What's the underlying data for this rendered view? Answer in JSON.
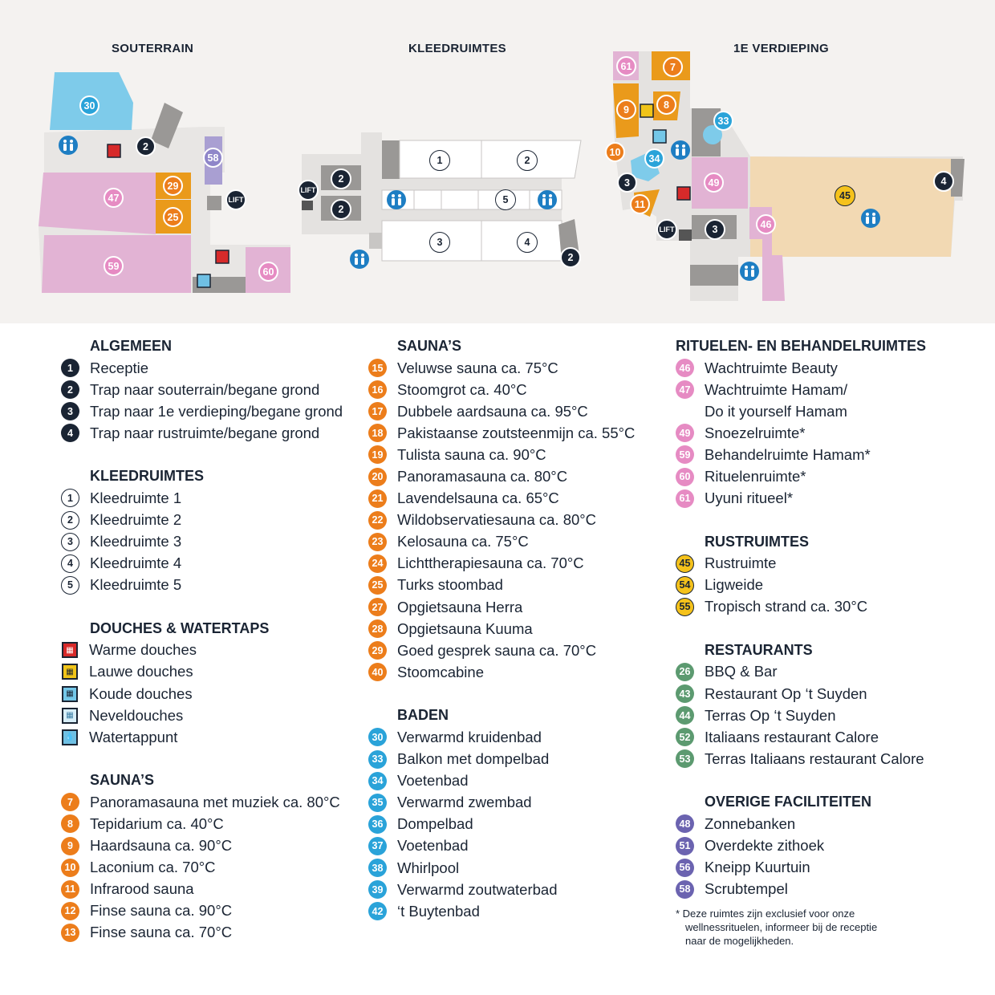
{
  "maps": {
    "souterrain_title": "SOUTERRAIN",
    "kleedruimtes_title": "KLEEDRUIMTES",
    "verdieping_title": "1E VERDIEPING",
    "lift_label": "LIFT",
    "markers": {
      "m30": "30",
      "m2a": "2",
      "m58": "58",
      "m47": "47",
      "m29": "29",
      "m25": "25",
      "m59": "59",
      "m60": "60",
      "k1": "1",
      "k2": "2",
      "k2b": "2",
      "k2c": "2",
      "k3": "3",
      "k4": "4",
      "k5": "5",
      "k2d": "2",
      "v61": "61",
      "v7": "7",
      "v9": "9",
      "v8": "8",
      "v33": "33",
      "v10": "10",
      "v34": "34",
      "v3": "3",
      "v11": "11",
      "v49": "49",
      "v45": "45",
      "v4": "4",
      "v46": "46",
      "v3b": "3"
    }
  },
  "legend": {
    "algemeen": {
      "title": "ALGEMEEN",
      "items": [
        {
          "n": "1",
          "label": "Receptie"
        },
        {
          "n": "2",
          "label": "Trap naar souterrain/begane grond"
        },
        {
          "n": "3",
          "label": "Trap naar 1e verdieping/begane grond"
        },
        {
          "n": "4",
          "label": "Trap naar rustruimte/begane grond"
        }
      ]
    },
    "kleedruimtes": {
      "title": "KLEEDRUIMTES",
      "items": [
        {
          "n": "1",
          "label": "Kleedruimte 1"
        },
        {
          "n": "2",
          "label": "Kleedruimte 2"
        },
        {
          "n": "3",
          "label": "Kleedruimte 3"
        },
        {
          "n": "4",
          "label": "Kleedruimte 4"
        },
        {
          "n": "5",
          "label": "Kleedruimte 5"
        }
      ]
    },
    "douches": {
      "title": "DOUCHES & WATERTAPS",
      "items": [
        {
          "icon": "warm-shower-icon",
          "label": "Warme douches"
        },
        {
          "icon": "lukewarm-shower-icon",
          "label": "Lauwe douches"
        },
        {
          "icon": "cold-shower-icon",
          "label": "Koude douches"
        },
        {
          "icon": "mist-shower-icon",
          "label": "Neveldouches"
        },
        {
          "icon": "water-tap-icon",
          "label": "Watertappunt"
        }
      ]
    },
    "saunas1": {
      "title": "SAUNA’S",
      "items": [
        {
          "n": "7",
          "label": "Panoramasauna met muziek ca. 80°C"
        },
        {
          "n": "8",
          "label": "Tepidarium ca. 40°C"
        },
        {
          "n": "9",
          "label": "Haardsauna ca. 90°C"
        },
        {
          "n": "10",
          "label": "Laconium ca. 70°C"
        },
        {
          "n": "11",
          "label": "Infrarood sauna"
        },
        {
          "n": "12",
          "label": "Finse sauna ca. 90°C"
        },
        {
          "n": "13",
          "label": "Finse sauna ca. 70°C"
        }
      ]
    },
    "saunas2": {
      "title": "SAUNA’S",
      "items": [
        {
          "n": "15",
          "label": "Veluwse sauna ca. 75°C"
        },
        {
          "n": "16",
          "label": "Stoomgrot ca. 40°C"
        },
        {
          "n": "17",
          "label": "Dubbele aardsauna ca. 95°C"
        },
        {
          "n": "18",
          "label": "Pakistaanse zoutsteenmijn ca. 55°C"
        },
        {
          "n": "19",
          "label": "Tulista sauna ca. 90°C"
        },
        {
          "n": "20",
          "label": "Panoramasauna ca. 80°C"
        },
        {
          "n": "21",
          "label": "Lavendelsauna ca. 65°C"
        },
        {
          "n": "22",
          "label": "Wildobservatiesauna ca. 80°C"
        },
        {
          "n": "23",
          "label": "Kelosauna ca. 75°C"
        },
        {
          "n": "24",
          "label": "Lichttherapiesauna ca. 70°C"
        },
        {
          "n": "25",
          "label": "Turks stoombad"
        },
        {
          "n": "27",
          "label": "Opgietsauna Herra"
        },
        {
          "n": "28",
          "label": "Opgietsauna Kuuma"
        },
        {
          "n": "29",
          "label": "Goed gesprek sauna ca. 70°C"
        },
        {
          "n": "40",
          "label": "Stoomcabine"
        }
      ]
    },
    "baden": {
      "title": "BADEN",
      "items": [
        {
          "n": "30",
          "label": "Verwarmd kruidenbad"
        },
        {
          "n": "33",
          "label": "Balkon met dompelbad"
        },
        {
          "n": "34",
          "label": "Voetenbad"
        },
        {
          "n": "35",
          "label": "Verwarmd zwembad"
        },
        {
          "n": "36",
          "label": "Dompelbad"
        },
        {
          "n": "37",
          "label": "Voetenbad"
        },
        {
          "n": "38",
          "label": "Whirlpool"
        },
        {
          "n": "39",
          "label": "Verwarmd zoutwaterbad"
        },
        {
          "n": "42",
          "label": "‘t Buytenbad"
        }
      ]
    },
    "rituelen": {
      "title": "RITUELEN- EN BEHANDELRUIMTES",
      "items": [
        {
          "n": "46",
          "label": "Wachtruimte Beauty"
        },
        {
          "n": "47",
          "label": "Wachtruimte Hamam/",
          "cont": "Do it yourself Hamam"
        },
        {
          "n": "49",
          "label": "Snoezelruimte*"
        },
        {
          "n": "59",
          "label": "Behandelruimte Hamam*"
        },
        {
          "n": "60",
          "label": "Rituelenruimte*"
        },
        {
          "n": "61",
          "label": "Uyuni ritueel*"
        }
      ]
    },
    "rust": {
      "title": "RUSTRUIMTES",
      "items": [
        {
          "n": "45",
          "label": "Rustruimte"
        },
        {
          "n": "54",
          "label": "Ligweide"
        },
        {
          "n": "55",
          "label": "Tropisch strand ca. 30°C"
        }
      ]
    },
    "restaurants": {
      "title": "RESTAURANTS",
      "items": [
        {
          "n": "26",
          "label": "BBQ & Bar"
        },
        {
          "n": "43",
          "label": "Restaurant Op ‘t Suyden"
        },
        {
          "n": "44",
          "label": "Terras Op ‘t Suyden"
        },
        {
          "n": "52",
          "label": "Italiaans restaurant Calore"
        },
        {
          "n": "53",
          "label": "Terras Italiaans restaurant Calore"
        }
      ]
    },
    "overige": {
      "title": "OVERIGE FACILITEITEN",
      "items": [
        {
          "n": "48",
          "label": "Zonnebanken"
        },
        {
          "n": "51",
          "label": "Overdekte zithoek"
        },
        {
          "n": "56",
          "label": "Kneipp Kuurtuin"
        },
        {
          "n": "58",
          "label": "Scrubtempel"
        }
      ]
    },
    "note_line1": "* Deze ruimtes zijn exclusief voor onze",
    "note_line2": "wellnessrituelen, informeer bij de receptie",
    "note_line3": "naar de mogelijkheden."
  },
  "colors": {
    "navy": "#1a2433",
    "orange": "#ec7d1b",
    "blue": "#2aa3d9",
    "pink": "#e68bc3",
    "yellow": "#f5c21b",
    "green": "#5c9a70",
    "purple": "#6b63b0",
    "beige": "#f2d9b3",
    "lightpink": "#e7b3d6",
    "lightblue": "#8ccde9"
  }
}
